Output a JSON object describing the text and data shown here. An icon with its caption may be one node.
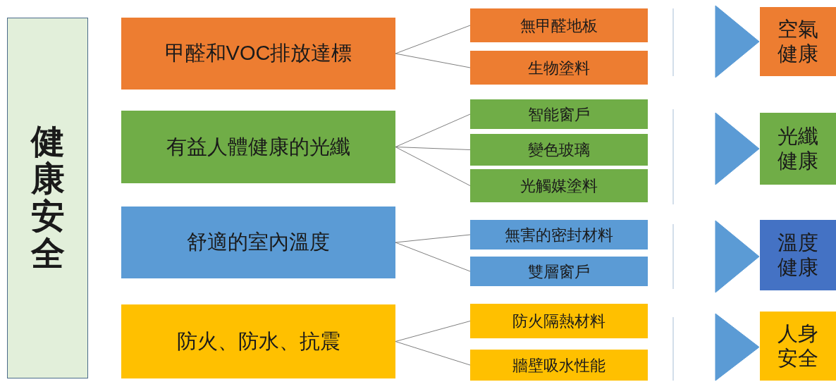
{
  "diagram": {
    "nodes": [
      {
        "text": [
          "健康安全"
        ]
      },
      {
        "text": [
          "甲醛和VOC排放達標"
        ]
      },
      {
        "text": [
          "無甲醛地板"
        ]
      },
      {
        "text": [
          "生物塗料"
        ]
      },
      {
        "text": [
          "空氣健康"
        ]
      },
      {
        "text": [
          "有益人體健康的光纖"
        ]
      },
      {
        "text": [
          "智能窗戶"
        ]
      },
      {
        "text": [
          "變色玻璃"
        ]
      },
      {
        "text": [
          "光觸媒塗料"
        ]
      },
      {
        "text": [
          "光纖健康"
        ]
      },
      {
        "text": [
          "舒適的室內溫度"
        ]
      },
      {
        "text": [
          "無害的密封材料"
        ]
      },
      {
        "text": [
          "雙層窗戶"
        ]
      },
      {
        "text": [
          "溫度健康"
        ]
      },
      {
        "text": [
          "防火、防水、抗震"
        ]
      },
      {
        "text": [
          "防火隔熱材料"
        ]
      },
      {
        "text": [
          "牆壁吸水性能"
        ]
      },
      {
        "text": [
          "人身安全"
        ]
      }
    ],
    "edges": [
      {
        "from": 1,
        "to": 2,
        "arrow": "none"
      },
      {
        "from": 1,
        "to": 3,
        "arrow": "none"
      },
      {
        "from": 5,
        "to": 6,
        "arrow": "none"
      },
      {
        "from": 5,
        "to": 7,
        "arrow": "none"
      },
      {
        "from": 5,
        "to": 8,
        "arrow": "none"
      },
      {
        "from": 10,
        "to": 11,
        "arrow": "none"
      },
      {
        "from": 10,
        "to": 12,
        "arrow": "none"
      },
      {
        "from": 14,
        "to": 15,
        "arrow": "none"
      },
      {
        "from": 14,
        "to": 16,
        "arrow": "none"
      },
      {
        "from": null,
        "to": 4,
        "arrow": "to"
      },
      {
        "from": null,
        "to": 9,
        "arrow": "to"
      },
      {
        "from": null,
        "to": 13,
        "arrow": "to"
      },
      {
        "from": null,
        "to": 17,
        "arrow": "to"
      }
    ]
  }
}
